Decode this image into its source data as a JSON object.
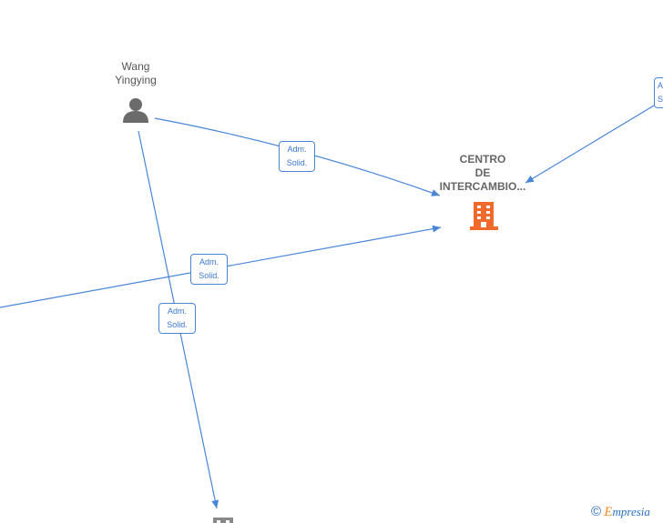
{
  "nodes": {
    "person_1": {
      "name": "Wang\nYingying",
      "icon": "person-icon"
    },
    "company_1": {
      "name": "CENTRO\nDE\nINTERCAMBIO...",
      "icon": "building-icon",
      "color": "#f06a2b"
    },
    "company_2": {
      "icon": "building-icon",
      "color": "#888888"
    }
  },
  "edges": [
    {
      "label": "Adm.\nSolid."
    },
    {
      "label": "Adm.\nSolid."
    },
    {
      "label": "Adm.\nSolid."
    },
    {
      "label": "A\nS"
    }
  ],
  "colors": {
    "edge": "#4a86d8",
    "person": "#6b6b6b"
  },
  "watermark": {
    "symbol": "©",
    "first_letter": "E",
    "rest": "mpresia"
  }
}
